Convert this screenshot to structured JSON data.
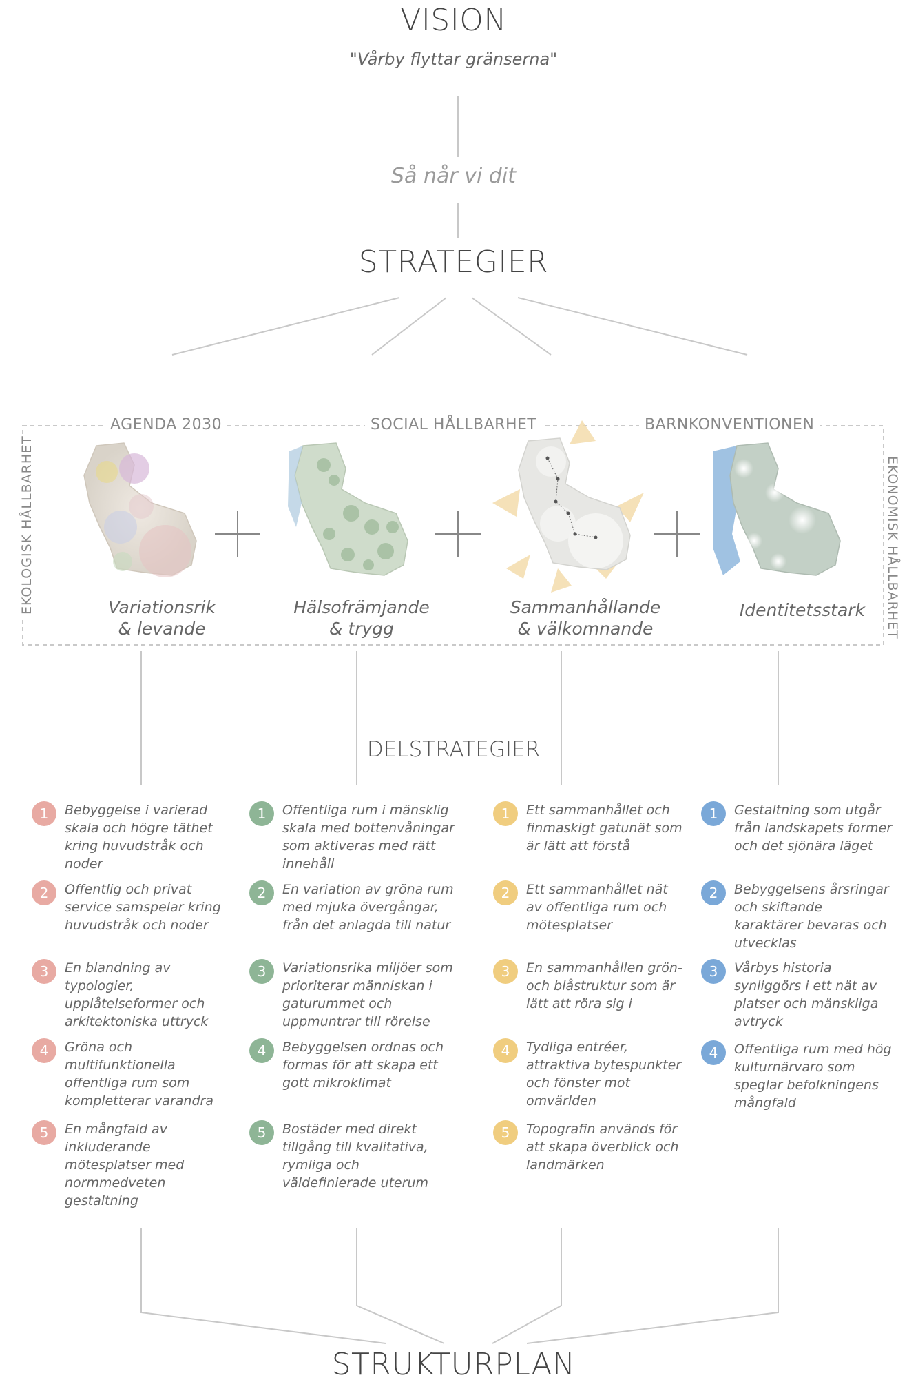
{
  "vision": {
    "title": "VISION",
    "quote": "\"Vårby flyttar gränserna\""
  },
  "how": "Så når vi dit",
  "strategies_title": "STRATEGIER",
  "frame": {
    "top_labels": [
      "AGENDA 2030",
      "SOCIAL HÅLLBARHET",
      "BARNKONVENTIONEN"
    ],
    "left_label": "EKOLOGISK HÅLLBARHET",
    "right_label": "EKONOMISK HÅLLBARHET"
  },
  "strategies": [
    {
      "line1": "Variationsrik",
      "line2": "& levande"
    },
    {
      "line1": "Hälsofrämjande",
      "line2": "& trygg"
    },
    {
      "line1": "Sammanhållande",
      "line2": "& välkomnande"
    },
    {
      "line1": "Identitetsstark",
      "line2": ""
    }
  ],
  "delstrategier_title": "DELSTRATEGIER",
  "colors": {
    "red": "#e8aaa3",
    "green": "#8eb596",
    "yellow": "#f0cd7f",
    "blue": "#7aa8d8"
  },
  "columns": [
    {
      "color": "red",
      "items": [
        {
          "n": "1",
          "text": "Bebyggelse i varierad skala och högre täthet kring huvudstråk och noder"
        },
        {
          "n": "2",
          "text": "Offentlig och privat service samspelar kring huvudstråk och noder"
        },
        {
          "n": "3",
          "text": "En blandning av typologier, upplåtelseformer och arkitektoniska uttryck"
        },
        {
          "n": "4",
          "text": "Gröna och multifunktionella offentliga rum som kompletterar varandra"
        },
        {
          "n": "5",
          "text": "En mångfald av inkluderande mötesplatser med normmedveten gestaltning"
        }
      ]
    },
    {
      "color": "green",
      "items": [
        {
          "n": "1",
          "text": "Offentliga rum i mänsklig skala med bottenvåningar som aktiveras med rätt innehåll"
        },
        {
          "n": "2",
          "text": "En variation av gröna rum med mjuka övergångar, från det anlagda till natur"
        },
        {
          "n": "3",
          "text": "Variationsrika miljöer som prioriterar människan i gaturummet och uppmuntrar till rörelse"
        },
        {
          "n": "4",
          "text": "Bebyggelsen ordnas och formas för att skapa ett gott mikroklimat"
        },
        {
          "n": "5",
          "text": "Bostäder med direkt tillgång till kvalitativa, rymliga och väldefinierade uterum"
        }
      ]
    },
    {
      "color": "yellow",
      "items": [
        {
          "n": "1",
          "text": "Ett sammanhållet och finmaskigt gatunät som är lätt att förstå"
        },
        {
          "n": "2",
          "text": "Ett sammanhållet nät av offentliga rum och mötesplatser"
        },
        {
          "n": "3",
          "text": "En sammanhållen grön- och blåstruktur som är lätt att röra sig i"
        },
        {
          "n": "4",
          "text": "Tydliga entréer, attraktiva bytespunkter och fönster mot omvärlden"
        },
        {
          "n": "5",
          "text": "Topografin används för att skapa överblick och landmärken"
        }
      ]
    },
    {
      "color": "blue",
      "items": [
        {
          "n": "1",
          "text": "Gestaltning som utgår från landskapets former och det sjönära läget"
        },
        {
          "n": "2",
          "text": "Bebyggelsens årsringar och skiftande karaktärer bevaras och utvecklas"
        },
        {
          "n": "3",
          "text": "Vårbys historia synliggörs i ett nät av platser och mänskliga avtryck"
        },
        {
          "n": "4",
          "text": "Offentliga rum med hög kulturnärvaro som speglar befolkningens mångfald"
        }
      ]
    }
  ],
  "bottom_title": "STRUKTURPLAN"
}
